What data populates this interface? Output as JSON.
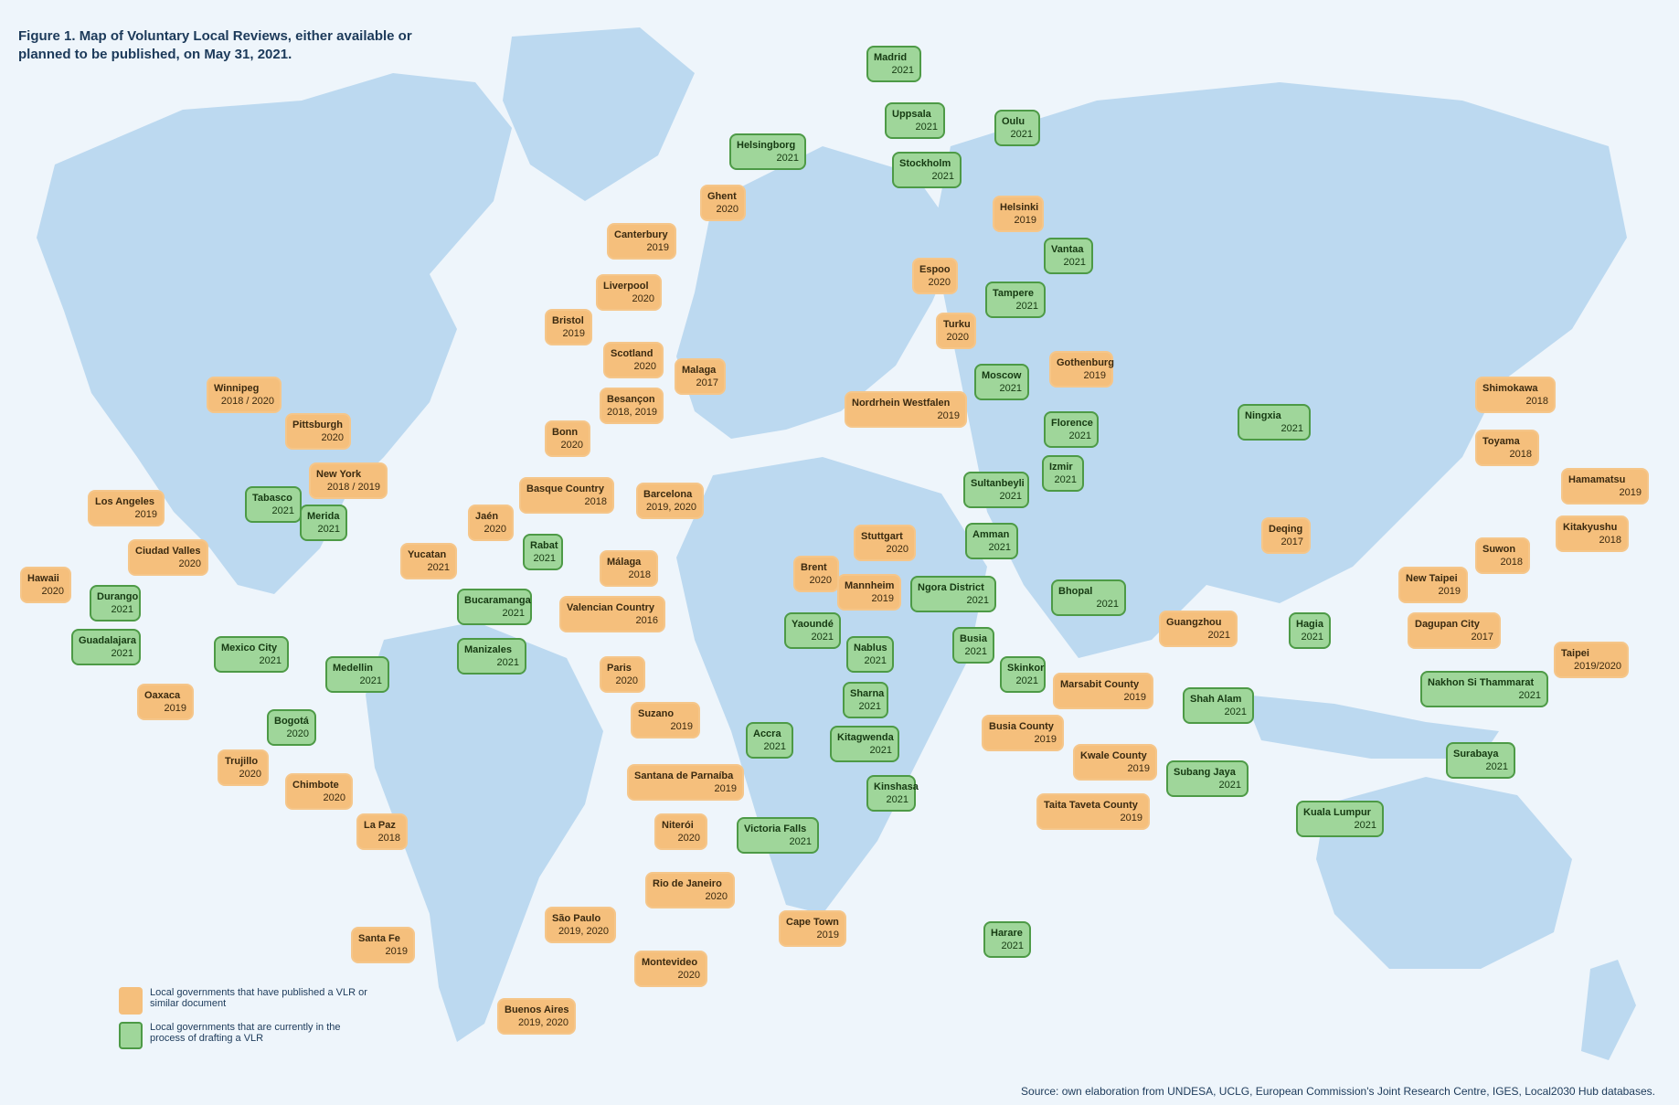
{
  "figure": {
    "title_prefix": "Figure 1.",
    "title": "Map of Voluntary Local Reviews, either available or planned to be published, on May 31, 2021.",
    "source": "Source: own elaboration from UNDESA, UCLG, European Commission's Joint Research Centre, IGES, Local2030 Hub databases."
  },
  "colors": {
    "published": "#f5bf7c",
    "drafting": "#9fd69a",
    "land": "#bcd9f0",
    "sea": "#eef5fb"
  },
  "legend": {
    "published": "Local governments that have published a VLR or similar document",
    "drafting": "Local governments that are currently in the process of drafting a VLR"
  },
  "labels": [
    {
      "name": "Madrid",
      "year": "2021",
      "status": "drafting"
    },
    {
      "name": "Uppsala",
      "year": "2021",
      "status": "drafting"
    },
    {
      "name": "Oulu",
      "year": "2021",
      "status": "drafting"
    },
    {
      "name": "Helsingborg",
      "year": "2021",
      "status": "drafting"
    },
    {
      "name": "Stockholm",
      "year": "2021",
      "status": "drafting"
    },
    {
      "name": "Ghent",
      "year": "2020",
      "status": "published"
    },
    {
      "name": "Helsinki",
      "year": "2019",
      "status": "published"
    },
    {
      "name": "Canterbury",
      "year": "2019",
      "status": "published"
    },
    {
      "name": "Vantaa",
      "year": "2021",
      "status": "drafting"
    },
    {
      "name": "Espoo",
      "year": "2020",
      "status": "published"
    },
    {
      "name": "Liverpool",
      "year": "2020",
      "status": "published"
    },
    {
      "name": "Tampere",
      "year": "2021",
      "status": "drafting"
    },
    {
      "name": "Bristol",
      "year": "2019",
      "status": "published"
    },
    {
      "name": "Turku",
      "year": "2020",
      "status": "published"
    },
    {
      "name": "Scotland",
      "year": "2020",
      "status": "published"
    },
    {
      "name": "Malaga",
      "year": "2017",
      "status": "published"
    },
    {
      "name": "Gothenburg",
      "year": "2019",
      "status": "published"
    },
    {
      "name": "Moscow",
      "year": "2021",
      "status": "drafting"
    },
    {
      "name": "Winnipeg",
      "year": "2018 / 2020",
      "status": "published"
    },
    {
      "name": "Besançon",
      "year": "2018, 2019",
      "status": "published"
    },
    {
      "name": "Nordrhein Westfalen",
      "year": "2019",
      "status": "published"
    },
    {
      "name": "Pittsburgh",
      "year": "2020",
      "status": "published"
    },
    {
      "name": "Bonn",
      "year": "2020",
      "status": "published"
    },
    {
      "name": "Florence",
      "year": "2021",
      "status": "drafting"
    },
    {
      "name": "Izmir",
      "year": "2021",
      "status": "drafting"
    },
    {
      "name": "New York",
      "year": "2018 / 2019",
      "status": "published"
    },
    {
      "name": "Sultanbeyli",
      "year": "2021",
      "status": "drafting"
    },
    {
      "name": "Basque Country",
      "year": "2018",
      "status": "published"
    },
    {
      "name": "Barcelona",
      "year": "2019, 2020",
      "status": "published"
    },
    {
      "name": "Los Angeles",
      "year": "2019",
      "status": "published"
    },
    {
      "name": "Tabasco",
      "year": "2021",
      "status": "drafting"
    },
    {
      "name": "Merida",
      "year": "2021",
      "status": "drafting"
    },
    {
      "name": "Jaén",
      "year": "2020",
      "status": "published"
    },
    {
      "name": "Stuttgart",
      "year": "2020",
      "status": "published"
    },
    {
      "name": "Amman",
      "year": "2021",
      "status": "drafting"
    },
    {
      "name": "Ciudad Valles",
      "year": "2020",
      "status": "published"
    },
    {
      "name": "Rabat",
      "year": "2021",
      "status": "drafting"
    },
    {
      "name": "Yucatan",
      "year": "2021",
      "status": "published"
    },
    {
      "name": "Málaga",
      "year": "2018",
      "status": "published"
    },
    {
      "name": "Hawaii",
      "year": "2020",
      "status": "published"
    },
    {
      "name": "Brent",
      "year": "2020",
      "status": "published"
    },
    {
      "name": "Mannheim",
      "year": "2019",
      "status": "published"
    },
    {
      "name": "Ngora District",
      "year": "2021",
      "status": "drafting"
    },
    {
      "name": "Bhopal",
      "year": "2021",
      "status": "drafting"
    },
    {
      "name": "Durango",
      "year": "2021",
      "status": "drafting"
    },
    {
      "name": "Bucaramanga",
      "year": "2021",
      "status": "drafting"
    },
    {
      "name": "Valencian Country",
      "year": "2016",
      "status": "published"
    },
    {
      "name": "Guadalajara",
      "year": "2021",
      "status": "drafting"
    },
    {
      "name": "Yaoundé",
      "year": "2021",
      "status": "drafting"
    },
    {
      "name": "Nablus",
      "year": "2021",
      "status": "drafting"
    },
    {
      "name": "Busia",
      "year": "2021",
      "status": "drafting"
    },
    {
      "name": "Mexico City",
      "year": "2021",
      "status": "drafting"
    },
    {
      "name": "Manizales",
      "year": "2021",
      "status": "drafting"
    },
    {
      "name": "Medellin",
      "year": "2021",
      "status": "drafting"
    },
    {
      "name": "Paris",
      "year": "2020",
      "status": "published"
    },
    {
      "name": "Skinkor",
      "year": "2021",
      "status": "drafting"
    },
    {
      "name": "Oaxaca",
      "year": "2019",
      "status": "published"
    },
    {
      "name": "Marsabit County",
      "year": "2019",
      "status": "published"
    },
    {
      "name": "Sharna",
      "year": "2021",
      "status": "drafting"
    },
    {
      "name": "Bogotá",
      "year": "2020",
      "status": "drafting"
    },
    {
      "name": "Suzano",
      "year": "2019",
      "status": "published"
    },
    {
      "name": "Accra",
      "year": "2021",
      "status": "drafting"
    },
    {
      "name": "Busia County",
      "year": "2019",
      "status": "published"
    },
    {
      "name": "Kitagwenda",
      "year": "2021",
      "status": "drafting"
    },
    {
      "name": "Kwale County",
      "year": "2019",
      "status": "published"
    },
    {
      "name": "Trujillo",
      "year": "2020",
      "status": "published"
    },
    {
      "name": "Santana de Parnaíba",
      "year": "2019",
      "status": "published"
    },
    {
      "name": "Chimbote",
      "year": "2020",
      "status": "published"
    },
    {
      "name": "Kinshasa",
      "year": "2021",
      "status": "drafting"
    },
    {
      "name": "Taita Taveta County",
      "year": "2019",
      "status": "published"
    },
    {
      "name": "La Paz",
      "year": "2018",
      "status": "published"
    },
    {
      "name": "Niterói",
      "year": "2020",
      "status": "published"
    },
    {
      "name": "Victoria Falls",
      "year": "2021",
      "status": "drafting"
    },
    {
      "name": "Rio de Janeiro",
      "year": "2020",
      "status": "published"
    },
    {
      "name": "São Paulo",
      "year": "2019, 2020",
      "status": "published"
    },
    {
      "name": "Cape Town",
      "year": "2019",
      "status": "published"
    },
    {
      "name": "Harare",
      "year": "2021",
      "status": "drafting"
    },
    {
      "name": "Santa Fe",
      "year": "2019",
      "status": "published"
    },
    {
      "name": "Montevideo",
      "year": "2020",
      "status": "published"
    },
    {
      "name": "Buenos Aires",
      "year": "2019, 2020",
      "status": "published"
    },
    {
      "name": "Ningxia",
      "year": "2021",
      "status": "drafting"
    },
    {
      "name": "Shimokawa",
      "year": "2018",
      "status": "published"
    },
    {
      "name": "Toyama",
      "year": "2018",
      "status": "published"
    },
    {
      "name": "Hamamatsu",
      "year": "2019",
      "status": "published"
    },
    {
      "name": "Kitakyushu",
      "year": "2018",
      "status": "published"
    },
    {
      "name": "Deqing",
      "year": "2017",
      "status": "published"
    },
    {
      "name": "Suwon",
      "year": "2018",
      "status": "published"
    },
    {
      "name": "New Taipei",
      "year": "2019",
      "status": "published"
    },
    {
      "name": "Guangzhou",
      "year": "2021",
      "status": "published"
    },
    {
      "name": "Hagia",
      "year": "2021",
      "status": "drafting"
    },
    {
      "name": "Dagupan City",
      "year": "2017",
      "status": "published"
    },
    {
      "name": "Taipei",
      "year": "2019/2020",
      "status": "published"
    },
    {
      "name": "Nakhon Si Thammarat",
      "year": "2021",
      "status": "drafting"
    },
    {
      "name": "Shah Alam",
      "year": "2021",
      "status": "drafting"
    },
    {
      "name": "Subang Jaya",
      "year": "2021",
      "status": "drafting"
    },
    {
      "name": "Surabaya",
      "year": "2021",
      "status": "drafting"
    },
    {
      "name": "Kuala Lumpur",
      "year": "2021",
      "status": "drafting"
    }
  ]
}
